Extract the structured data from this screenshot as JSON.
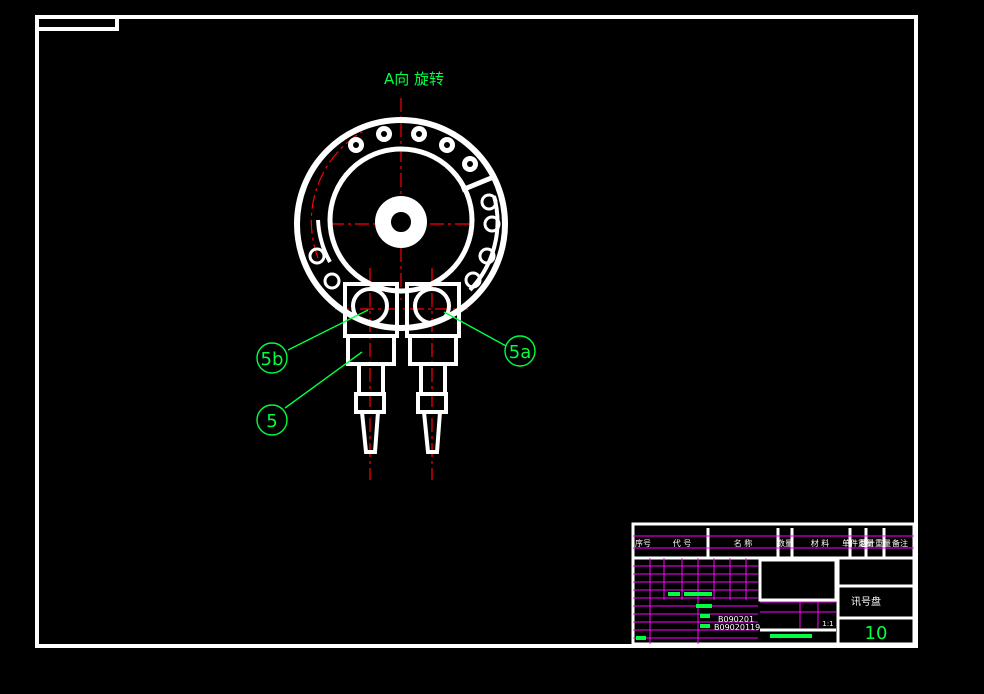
{
  "drawing": {
    "view_title": "A向  旋转",
    "callouts": [
      {
        "id": "5b",
        "label": "5b"
      },
      {
        "id": "5a",
        "label": "5a"
      },
      {
        "id": "5",
        "label": "5"
      }
    ]
  },
  "title_block": {
    "header": {
      "seq": "序号",
      "code": "代  号",
      "name": "名  称",
      "qty": "数量",
      "material": "材  料",
      "unit_weight": "单件重量",
      "total_weight": "总计重量",
      "remarks": "备注"
    },
    "drawing_numbers": [
      "B090201",
      "B09020119"
    ],
    "scale": "1:1",
    "part_name": "讯号盘",
    "sheet_number": "10"
  },
  "colors": {
    "background": "#000000",
    "outline": "#ffffff",
    "annotation": "#00ff40",
    "centerline": "#ff0000",
    "grid": "#ff00ff"
  }
}
